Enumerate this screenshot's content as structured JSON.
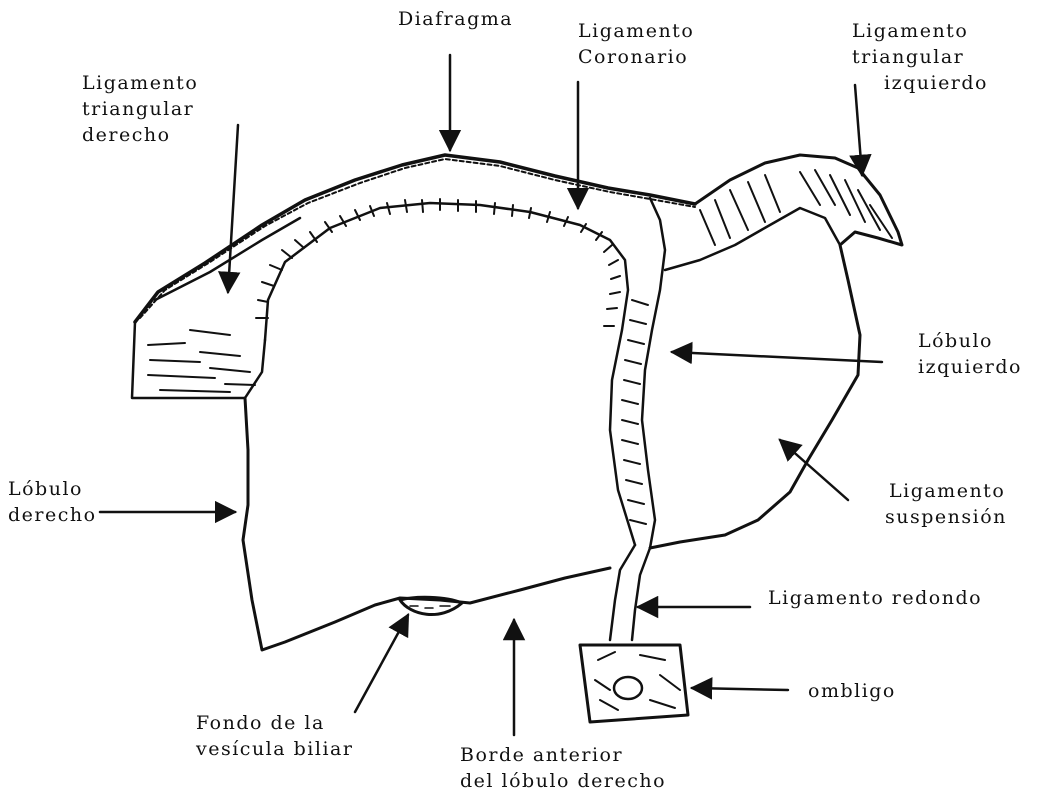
{
  "labels": {
    "diafragma": [
      "Diafragma"
    ],
    "ligamento_coronario": [
      "Ligamento",
      "Coronario"
    ],
    "ligamento_triangular_izquierdo": [
      "Ligamento",
      "triangular",
      "izquierdo"
    ],
    "ligamento_triangular_derecho": [
      "Ligamento",
      "triangular",
      "derecho"
    ],
    "lobulo_izquierdo": [
      "Lóbulo",
      "izquierdo"
    ],
    "ligamento_suspension": [
      "Ligamento",
      "suspensión"
    ],
    "lobulo_derecho": [
      "Lóbulo",
      "derecho"
    ],
    "ligamento_redondo": [
      "Ligamento redondo"
    ],
    "ombligo": [
      "ombligo"
    ],
    "fondo_vesicula_biliar": [
      "Fondo de la",
      "vesícula biliar"
    ],
    "borde_anterior": [
      "Borde anterior",
      "del lóbulo derecho"
    ]
  },
  "colors": {
    "ink": "#111111",
    "paper": "#ffffff"
  }
}
